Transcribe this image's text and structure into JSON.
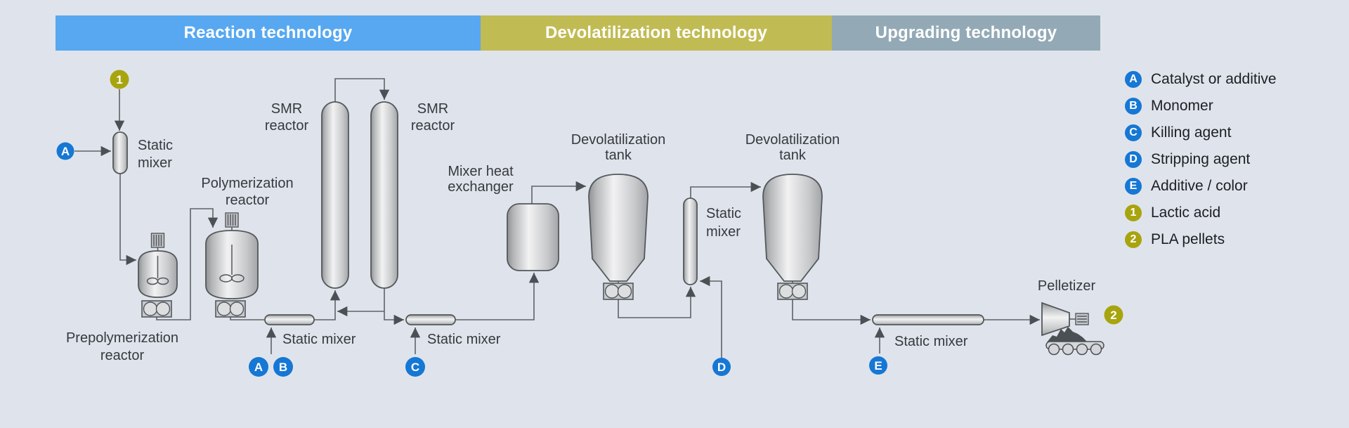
{
  "colors": {
    "background": "#dfe4ec",
    "header_reaction": "#57a8f0",
    "header_devolatilization": "#c1bb54",
    "header_upgrading": "#93aab6",
    "badge_letter": "#1677d4",
    "badge_number": "#a8a40e",
    "pipe_line": "#5f6368",
    "arrowhead": "#4b5055"
  },
  "header": {
    "sections": [
      {
        "label": "Reaction technology"
      },
      {
        "label": "Devolatilization technology"
      },
      {
        "label": "Upgrading technology"
      }
    ]
  },
  "legend": {
    "items": [
      {
        "badge": "A",
        "kind": "letter",
        "label": "Catalyst or additive"
      },
      {
        "badge": "B",
        "kind": "letter",
        "label": "Monomer"
      },
      {
        "badge": "C",
        "kind": "letter",
        "label": "Killing agent"
      },
      {
        "badge": "D",
        "kind": "letter",
        "label": "Stripping agent"
      },
      {
        "badge": "E",
        "kind": "letter",
        "label": "Additive / color"
      },
      {
        "badge": "1",
        "kind": "number",
        "label": "Lactic acid"
      },
      {
        "badge": "2",
        "kind": "number",
        "label": "PLA pellets"
      }
    ]
  },
  "diagram": {
    "labels": {
      "static_mixer_inlet": [
        "Static",
        "mixer"
      ],
      "prepoly_reactor": [
        "Prepolymerization",
        "reactor"
      ],
      "poly_reactor": [
        "Polymerization",
        "reactor"
      ],
      "smr_left": [
        "SMR",
        "reactor"
      ],
      "smr_right": [
        "SMR",
        "reactor"
      ],
      "static_mixer_ab": "Static mixer",
      "static_mixer_c": "Static mixer",
      "mixer_heat_exchanger": [
        "Mixer heat",
        "exchanger"
      ],
      "devol_tank_1": [
        "Devolatilization",
        "tank"
      ],
      "static_mixer_d": [
        "Static",
        "mixer"
      ],
      "devol_tank_2": [
        "Devolatilization",
        "tank"
      ],
      "static_mixer_e": "Static mixer",
      "pelletizer": "Pelletizer"
    },
    "markers": {
      "lactic_acid_1": "1",
      "catalyst_a_inlet": "A",
      "catalyst_a": "A",
      "monomer_b": "B",
      "killing_agent_c": "C",
      "stripping_agent_d": "D",
      "additive_e": "E",
      "pla_pellets_2": "2"
    }
  }
}
